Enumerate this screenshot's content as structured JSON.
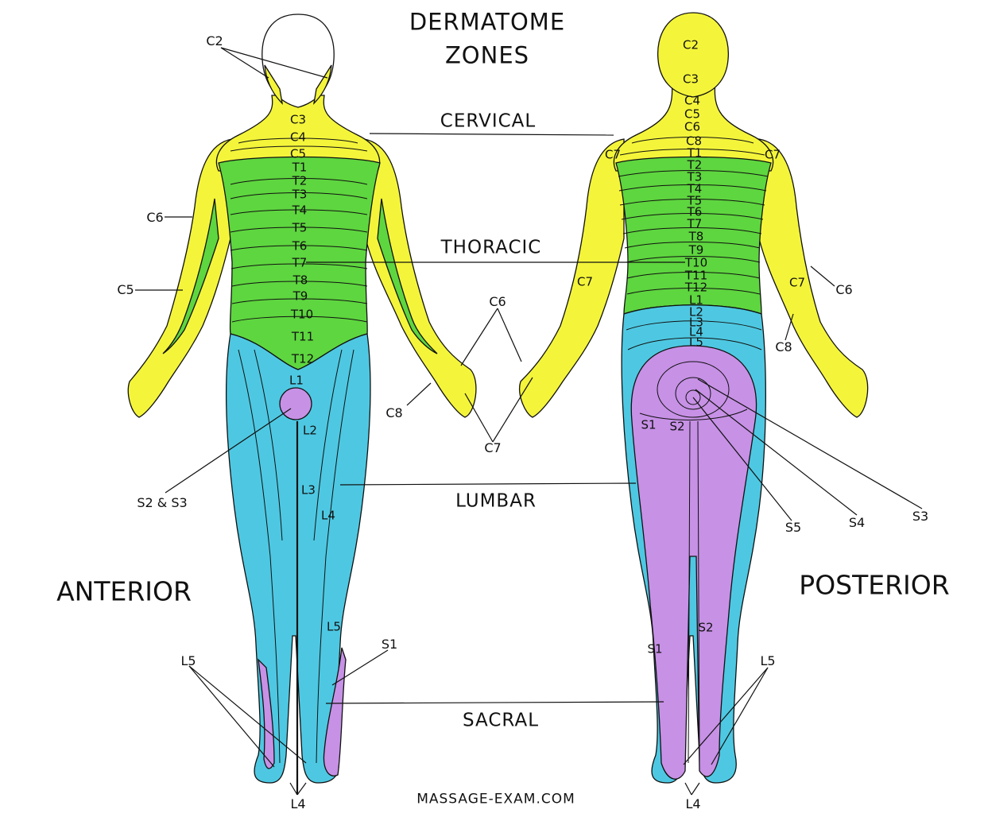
{
  "title": {
    "line1": "DERMATOME",
    "line2": "ZONES"
  },
  "views": {
    "anterior": "ANTERIOR",
    "posterior": "POSTERIOR"
  },
  "zones": {
    "cervical": "CERVICAL",
    "thoracic": "THORACIC",
    "lumbar": "LUMBAR",
    "sacral": "SACRAL"
  },
  "footer": "MASSAGE-EXAM.COM",
  "colors": {
    "cervical": "#f4f53a",
    "thoracic": "#5ed63f",
    "lumbar": "#4ec8e2",
    "sacral": "#c791e6",
    "outline": "#111111"
  },
  "anterior_labels": {
    "c2": "C2",
    "c3": "C3",
    "c4": "C4",
    "c5": "C5",
    "t1": "T1",
    "t2": "T2",
    "t3": "T3",
    "t4": "T4",
    "t5": "T5",
    "t6": "T6",
    "t7": "T7",
    "t8": "T8",
    "t9": "T9",
    "t10": "T10",
    "t11": "T11",
    "t12": "T12",
    "l1": "L1",
    "l2": "L2",
    "l3": "L3",
    "l4": "L4",
    "l5": "L5",
    "c6_arm": "C6",
    "c5_arm": "C5",
    "s2s3": "S2 & S3",
    "s1_leg": "S1",
    "l5_foot": "L5",
    "l4_foot": "L4",
    "hand_c6": "C6",
    "hand_c8": "C8",
    "hand_c7": "C7"
  },
  "posterior_labels": {
    "c2": "C2",
    "c3": "C3",
    "c4": "C4",
    "c5": "C5",
    "c6": "C6",
    "c8": "C8",
    "c7_left": "C7",
    "c7_right": "C7",
    "c7_arm_left": "C7",
    "c7_arm_right": "C7",
    "c6_right": "C6",
    "c8_right": "C8",
    "t1": "T1",
    "t2": "T2",
    "t3": "T3",
    "t4": "T4",
    "t5": "T5",
    "t6": "T6",
    "t7": "T7",
    "t8": "T8",
    "t9": "T9",
    "t10": "T10",
    "t11": "T11",
    "t12": "T12",
    "l1": "L1",
    "l2": "L2",
    "l3": "L3",
    "l4": "L4",
    "l5": "L5",
    "s1": "S1",
    "s2": "S2",
    "s3": "S3",
    "s4": "S4",
    "s5": "S5",
    "s1_leg": "S1",
    "s2_leg": "S2",
    "l5_foot": "L5",
    "l4_foot": "L4"
  }
}
